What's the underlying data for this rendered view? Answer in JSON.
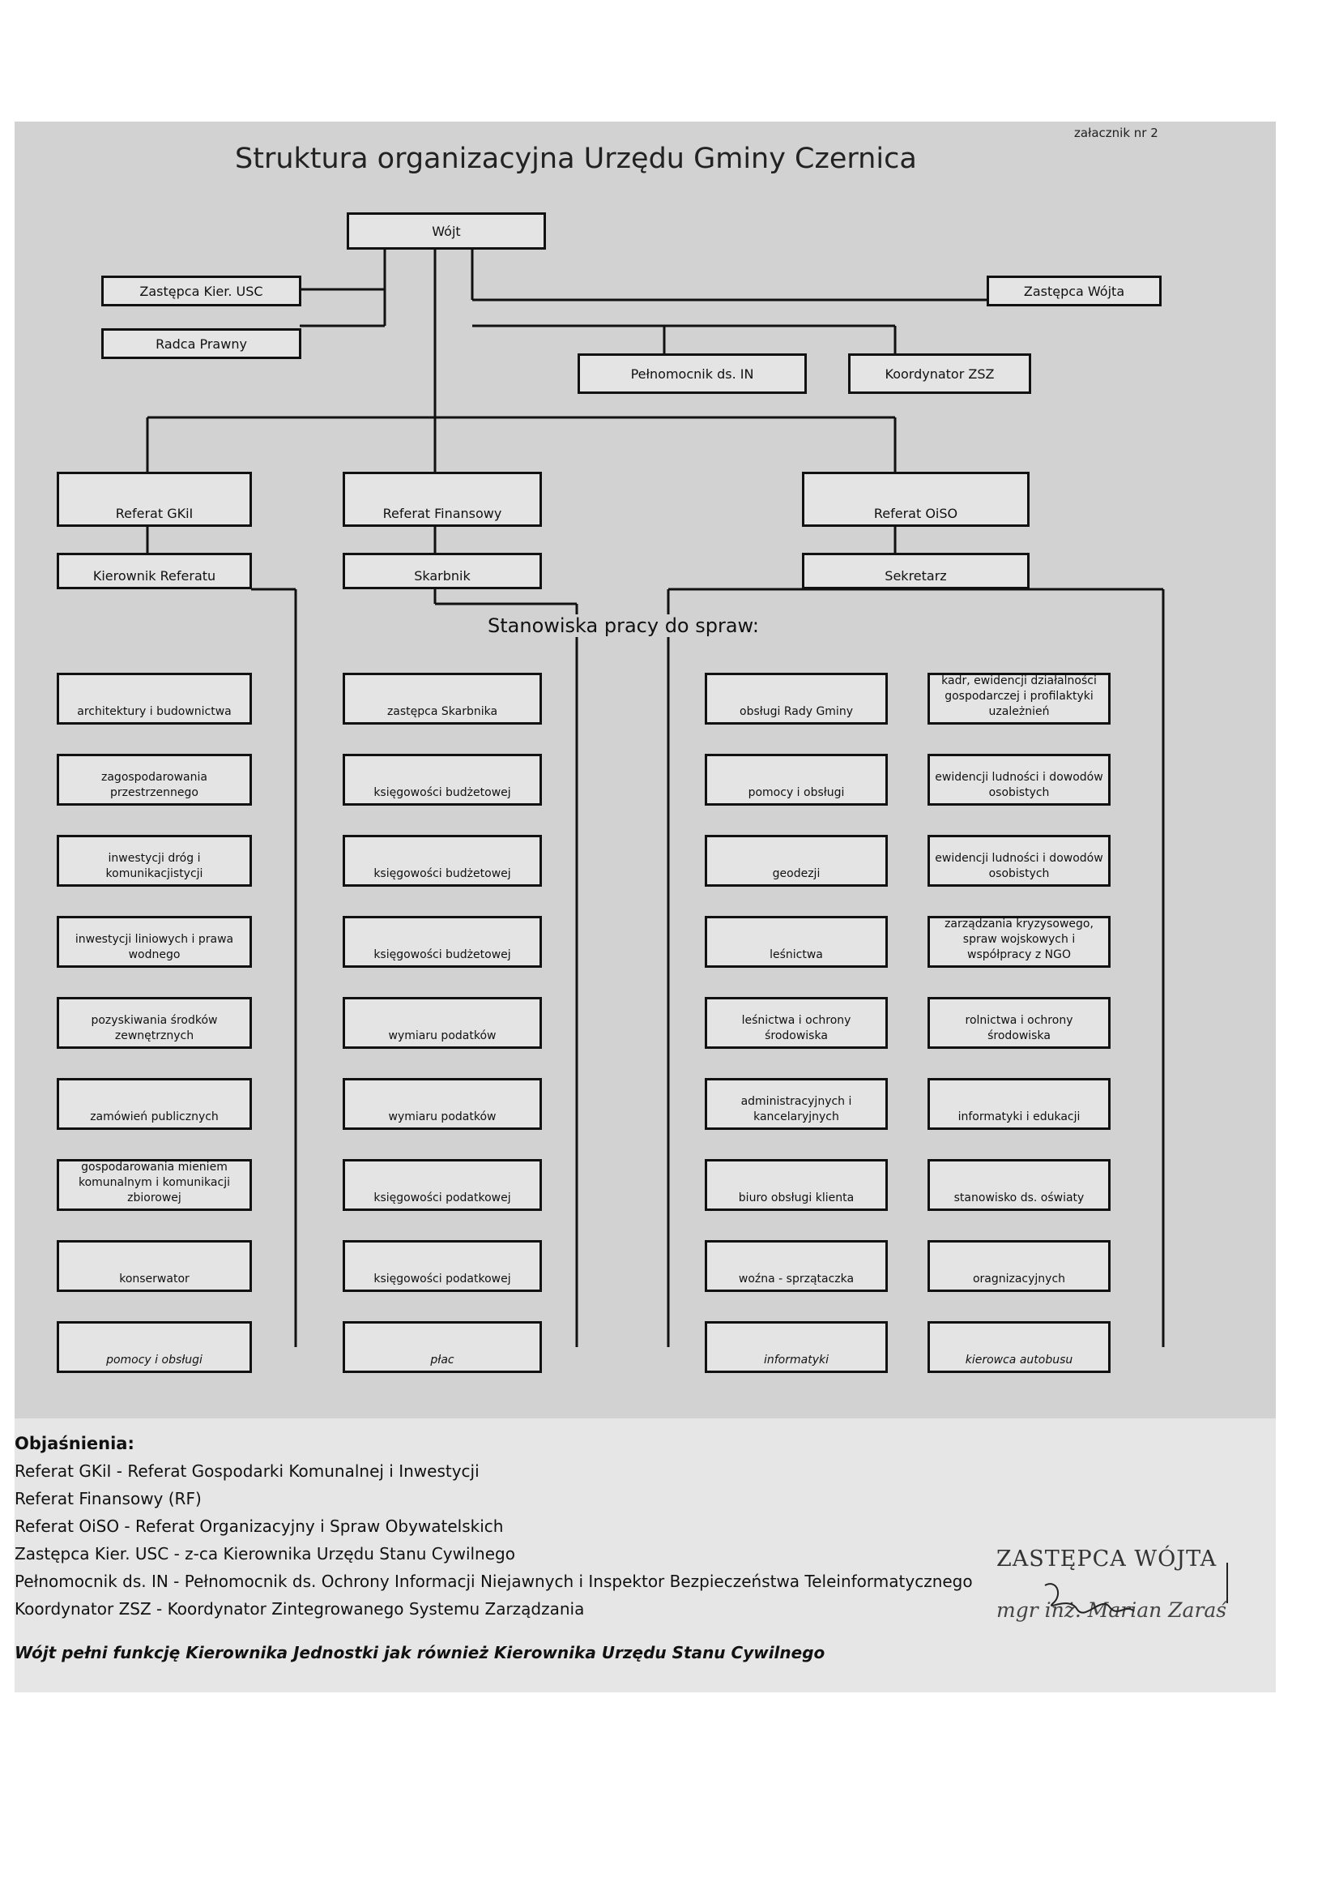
{
  "header": {
    "title": "Struktura organizacyjna Urzędu Gminy Czernica",
    "attachment": "załacznik nr 2"
  },
  "top_level": {
    "wojt": "Wójt",
    "zastepca_kier_usc": "Zastępca Kier. USC",
    "zastepca_wojta": "Zastępca Wójta",
    "radca_prawny": "Radca Prawny",
    "pelnomocnik": "Pełnomocnik ds. IN",
    "koordynator": "Koordynator ZSZ"
  },
  "sections": [
    {
      "name": "Referat GKiI",
      "head": "Kierownik Referatu"
    },
    {
      "name": "Referat Finansowy",
      "head": "Skarbnik"
    },
    {
      "name": "Referat OiSO",
      "head": "Sekretarz"
    }
  ],
  "staff_header": "Stanowiska pracy do spraw:",
  "staff_columns": [
    {
      "items": [
        "architektury i budownictwa",
        "zagospodarowania przestrzennego",
        "inwestycji dróg i komunikacjistycji",
        "inwestycji liniowych i prawa wodnego",
        "pozyskiwania środków zewnętrznych",
        "zamówień publicznych",
        "gospodarowania mieniem komunalnym i komunikacji zbiorowej",
        "konserwator",
        "pomocy i obsługi"
      ]
    },
    {
      "items": [
        "zastępca Skarbnika",
        "księgowości budżetowej",
        "księgowości budżetowej",
        "księgowości budżetowej",
        "wymiaru podatków",
        "wymiaru podatków",
        "księgowości podatkowej",
        "księgowości podatkowej",
        "płac"
      ]
    },
    {
      "items": [
        "obsługi Rady Gminy",
        "pomocy i obsługi",
        "geodezji",
        "leśnictwa",
        "leśnictwa i ochrony środowiska",
        "administracyjnych i kancelaryjnych",
        "biuro obsługi klienta",
        "woźna - sprzątaczka",
        "informatyki"
      ]
    },
    {
      "items": [
        "kadr, ewidencji działalności gospodarczej i profilaktyki uzależnień",
        "ewidencji ludności i dowodów osobistych",
        "ewidencji ludności i dowodów osobistych",
        "zarządzania kryzysowego, spraw wojskowych i współpracy z NGO",
        "rolnictwa i ochrony środowiska",
        "informatyki i edukacji",
        "stanowisko ds. oświaty",
        "oragnizacyjnych",
        "kierowca autobusu"
      ]
    }
  ],
  "legend": {
    "heading": "Objaśnienia:",
    "lines": [
      "Referat GKiI - Referat Gospodarki Komunalnej i Inwestycji",
      "Referat Finansowy (RF)",
      "Referat OiSO - Referat Organizacyjny i Spraw Obywatelskich",
      "Zastępca Kier. USC - z-ca Kierownika Urzędu Stanu Cywilnego",
      "Pełnomocnik ds. IN - Pełnomocnik ds. Ochrony Informacji Niejawnych i Inspektor Bezpieczeństwa Teleinformatycznego",
      "Koordynator ZSZ - Koordynator Zintegrowanego Systemu Zarządzania"
    ],
    "note": "Wójt pełni funkcję Kierownika Jednostki jak również Kierownika Urzędu Stanu Cywilnego"
  },
  "stamp": {
    "title": "ZASTĘPCA WÓJTA",
    "name": "mgr inż. Marian Zaraś"
  }
}
